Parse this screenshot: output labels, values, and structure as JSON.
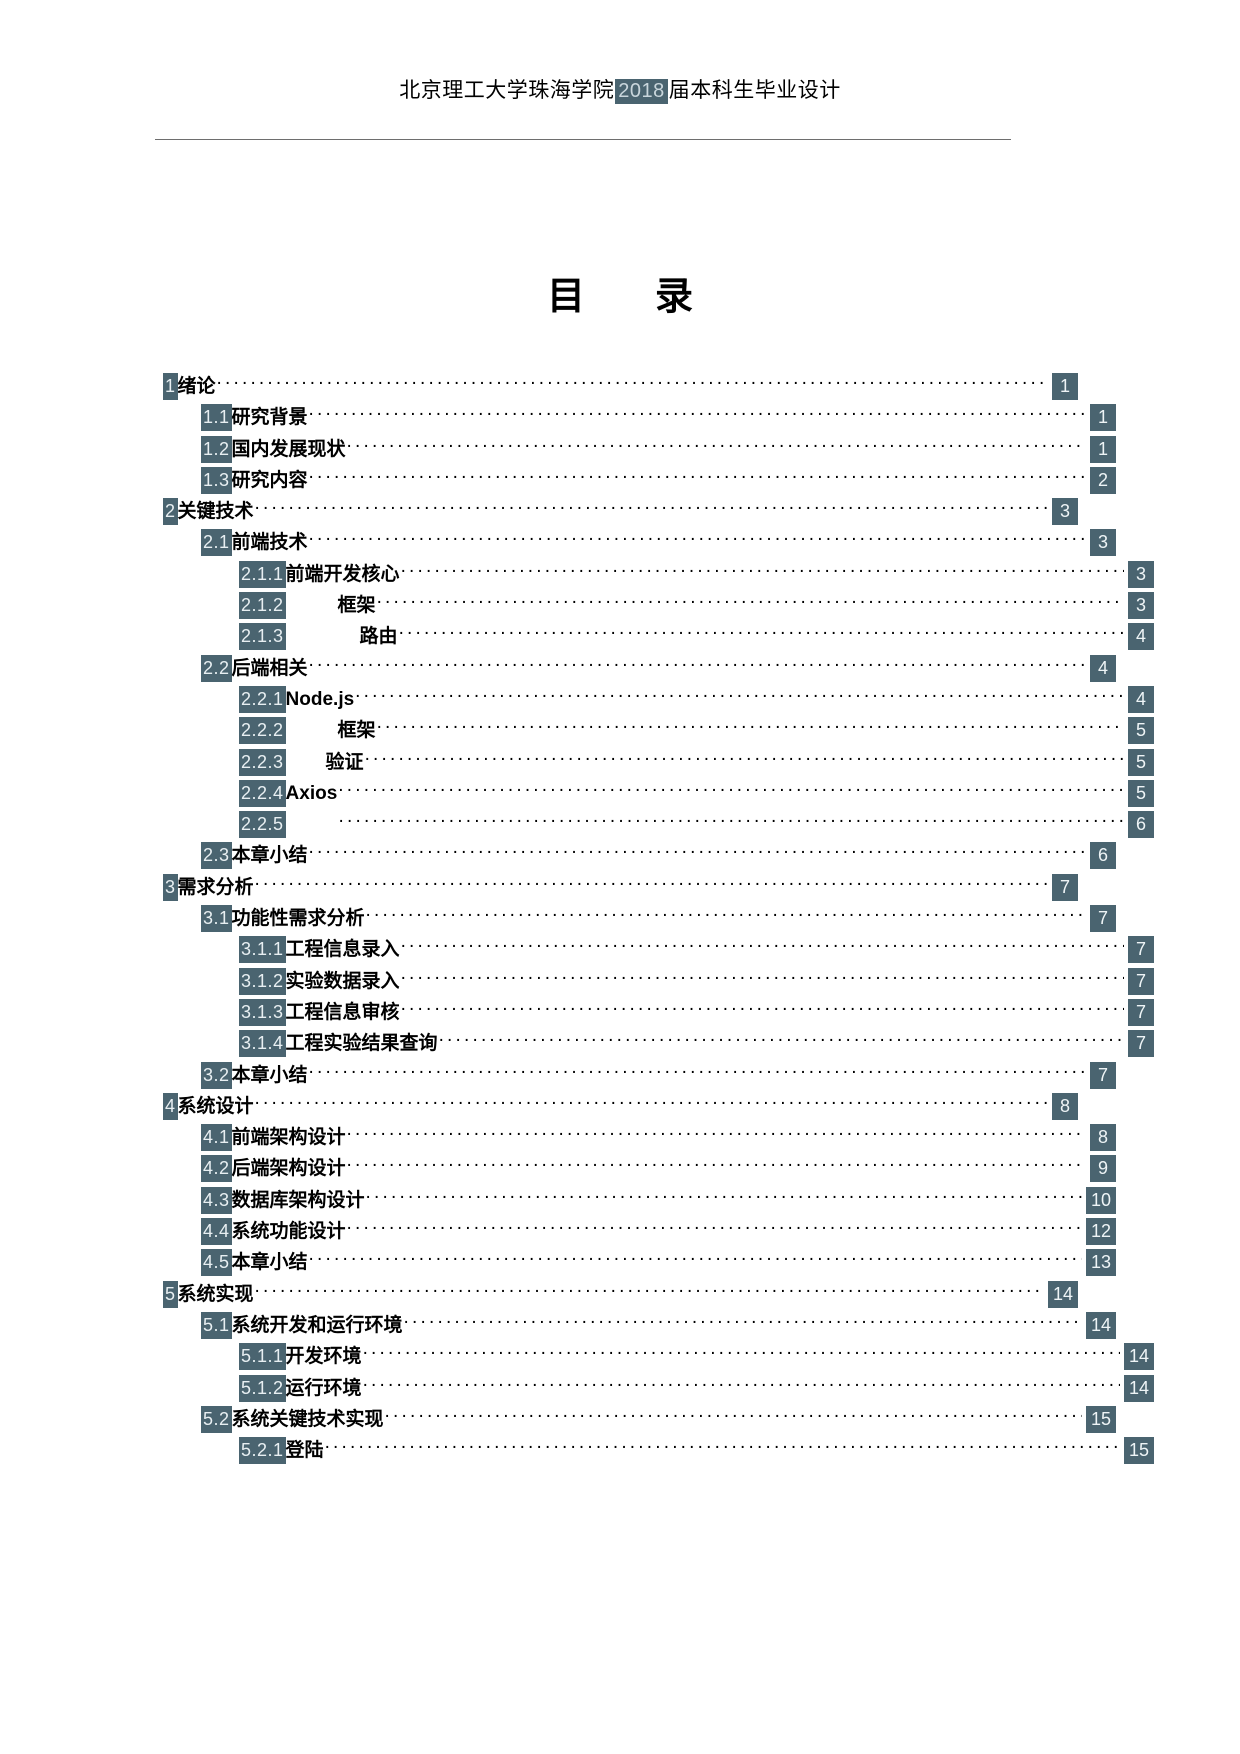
{
  "document": {
    "header": {
      "text_before": "北京理工大学珠海学院",
      "redacted_year": "2018",
      "text_after": "届本科生毕业设计"
    },
    "title": "目　录",
    "highlight_color": "#4a6470",
    "page_background": "#ffffff",
    "text_color": "#000000"
  },
  "toc": {
    "entries": [
      {
        "level": 1,
        "number": "1",
        "label": "绪论",
        "page": "1",
        "gap": 0
      },
      {
        "level": 2,
        "number": "1.1",
        "label": "研究背景",
        "page": "1",
        "gap": 0
      },
      {
        "level": 2,
        "number": "1.2",
        "label": "国内发展现状",
        "page": "1",
        "gap": 0
      },
      {
        "level": 2,
        "number": "1.3",
        "label": "研究内容",
        "page": "2",
        "gap": 0
      },
      {
        "level": 1,
        "number": "2",
        "label": "关键技术",
        "page": "3",
        "gap": 0
      },
      {
        "level": 2,
        "number": "2.1",
        "label": "前端技术",
        "page": "3",
        "gap": 0
      },
      {
        "level": 3,
        "number": "2.1.1",
        "label": "前端开发核心",
        "page": "3",
        "gap": 0
      },
      {
        "level": 3,
        "number": "2.1.2",
        "label": "框架",
        "page": "3",
        "gap": 1
      },
      {
        "level": 3,
        "number": "2.1.3",
        "label": "路由",
        "page": "4",
        "gap": 2
      },
      {
        "level": 2,
        "number": "2.2",
        "label": "后端相关",
        "page": "4",
        "gap": 0
      },
      {
        "level": 3,
        "number": "2.2.1",
        "label": "Node.js",
        "page": "4",
        "gap": 0
      },
      {
        "level": 3,
        "number": "2.2.2",
        "label": "框架",
        "page": "5",
        "gap": 1
      },
      {
        "level": 3,
        "number": "2.2.3",
        "label": "验证",
        "page": "5",
        "gap": 3
      },
      {
        "level": 3,
        "number": "2.2.4",
        "label": "Axios",
        "page": "5",
        "gap": 0
      },
      {
        "level": 3,
        "number": "2.2.5",
        "label": "",
        "page": "6",
        "gap": 1
      },
      {
        "level": 2,
        "number": "2.3",
        "label": "本章小结",
        "page": "6",
        "gap": 0
      },
      {
        "level": 1,
        "number": "3",
        "label": "需求分析",
        "page": "7",
        "gap": 0
      },
      {
        "level": 2,
        "number": "3.1",
        "label": "功能性需求分析",
        "page": "7",
        "gap": 0
      },
      {
        "level": 3,
        "number": "3.1.1",
        "label": "工程信息录入",
        "page": "7",
        "gap": 0
      },
      {
        "level": 3,
        "number": "3.1.2",
        "label": "实验数据录入",
        "page": "7",
        "gap": 0
      },
      {
        "level": 3,
        "number": "3.1.3",
        "label": "工程信息审核",
        "page": "7",
        "gap": 0
      },
      {
        "level": 3,
        "number": "3.1.4",
        "label": "工程实验结果查询",
        "page": "7",
        "gap": 0
      },
      {
        "level": 2,
        "number": "3.2",
        "label": "本章小结",
        "page": "7",
        "gap": 0
      },
      {
        "level": 1,
        "number": "4",
        "label": "系统设计",
        "page": "8",
        "gap": 0
      },
      {
        "level": 2,
        "number": "4.1",
        "label": "前端架构设计",
        "page": "8",
        "gap": 0
      },
      {
        "level": 2,
        "number": "4.2",
        "label": "后端架构设计",
        "page": "9",
        "gap": 0
      },
      {
        "level": 2,
        "number": "4.3",
        "label": "数据库架构设计",
        "page": "10",
        "gap": 0
      },
      {
        "level": 2,
        "number": "4.4",
        "label": "系统功能设计",
        "page": "12",
        "gap": 0
      },
      {
        "level": 2,
        "number": "4.5",
        "label": "本章小结",
        "page": "13",
        "gap": 0
      },
      {
        "level": 1,
        "number": "5",
        "label": "系统实现",
        "page": "14",
        "gap": 0
      },
      {
        "level": 2,
        "number": "5.1",
        "label": "系统开发和运行环境",
        "page": "14",
        "gap": 0
      },
      {
        "level": 3,
        "number": "5.1.1",
        "label": "开发环境",
        "page": "14",
        "gap": 0
      },
      {
        "level": 3,
        "number": "5.1.2",
        "label": "运行环境",
        "page": "14",
        "gap": 0
      },
      {
        "level": 2,
        "number": "5.2",
        "label": "系统关键技术实现",
        "page": "15",
        "gap": 0
      },
      {
        "level": 3,
        "number": "5.2.1",
        "label": "登陆",
        "page": "15",
        "gap": 0
      }
    ]
  }
}
